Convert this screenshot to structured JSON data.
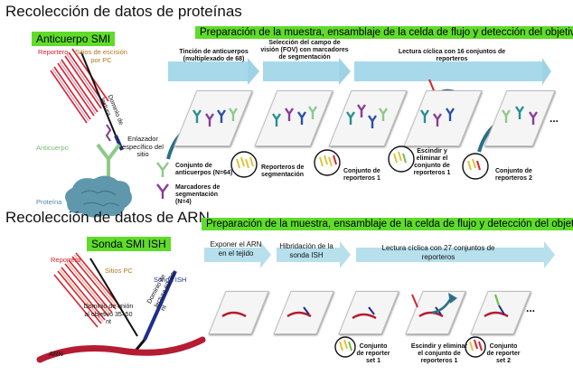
{
  "protein": {
    "title": "Recolección de datos de proteínas",
    "probe_label": "Anticuerpo SMI",
    "banner": "Preparación de la muestra, ensamblaje de la celda de flujo y detección del objetivo",
    "diagram_labels": {
      "reporter": "Reportero",
      "cleavage": "Sitios de escisión por PC",
      "readout": "Dominio de lectura",
      "linker": "Enlazador específico del sitio",
      "antibody": "Anticuerpo",
      "protein": "Proteína"
    },
    "steps": [
      "Tinción de anticuerpos (multiplexado de 68)",
      "Selección del campo de visión (FOV) con marcadores de segmentación",
      "Lectura cíclica con 16 conjuntos de reporteros"
    ],
    "legend": {
      "antibodies": "Conjunto de anticuerpos (N=64)",
      "markers": "Marcadores de segmentación (N=4)"
    },
    "slide_captions": [
      "Reporteros de segmentación",
      "Conjunto de reporteros 1",
      "Escindir y eliminar el conjunto de reporteros 1",
      "Conjunto de reporteros 2"
    ],
    "ellipsis": "..."
  },
  "rna": {
    "title": "Recolección de datos de ARN",
    "probe_label": "Sonda SMI ISH",
    "banner": "Preparación de la muestra, ensamblaje de la celda de flujo y detección del objetivo",
    "diagram_labels": {
      "reporter": "Reportero",
      "pc_sites": "Sitios PC",
      "ish_probe": "Sonda ISH",
      "binding": "Dominio de unión al objetivo 35–50 nt",
      "readout": "Dominio de lectura 60–80 nt",
      "rna": "ARN"
    },
    "steps": [
      "Exponer el ARN en el tejido",
      "Hibridación de la sonda ISH",
      "Lectura cíclica con 27 conjuntos de reporteros"
    ],
    "slide_captions": [
      "Conjunto de reporter set 1",
      "Escindir y eliminar el conjunto de reporteros 1",
      "Conjunto de reporter set 2"
    ],
    "ellipsis": "..."
  },
  "colors": {
    "green_label": "#5fdc2a",
    "banner": "#9ed3e6",
    "band": "#b7e0ec",
    "arrow_teal": "#2d6f86",
    "reporter_red": "#d8222e",
    "antibody_green": "#8fc98a",
    "protein_blue": "#5f97ad",
    "rna_red": "#b51c32"
  }
}
